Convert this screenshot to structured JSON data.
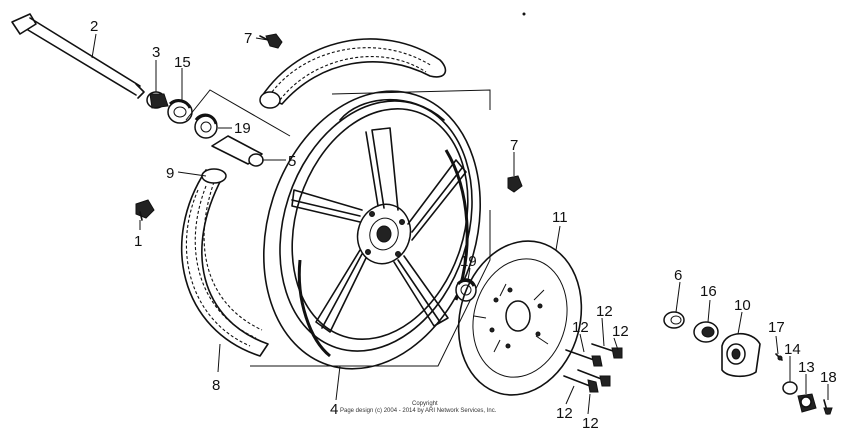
{
  "callouts": {
    "c2": "2",
    "c3": "3",
    "c15": "15",
    "c7a": "7",
    "c19a": "19",
    "c5": "5",
    "c9": "9",
    "c1": "1",
    "c7b": "7",
    "c11": "11",
    "c19b": "19",
    "c6": "6",
    "c16": "16",
    "c10": "10",
    "c12a": "12",
    "c12b": "12",
    "c12c": "12",
    "c12d": "12",
    "c12e": "12",
    "c17": "17",
    "c14": "14",
    "c13": "13",
    "c18": "18",
    "c8": "8",
    "c4": "4"
  },
  "copyright": {
    "line1": "Copyright",
    "line2": "Page design (c) 2004 - 2014 by ARI Network Services, Inc."
  }
}
